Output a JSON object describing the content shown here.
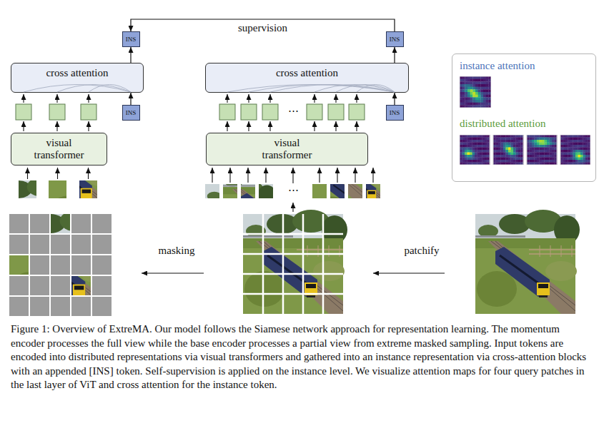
{
  "diagram": {
    "caption": "Figure 1: Overview of ExtreMA. Our model follows the Siamese network approach for representation learning. The momentum encoder processes the full view while the base encoder processes a partial view from extreme masked sampling. Input tokens are encoded into distributed representations via visual transformers and gathered into an instance representation via cross-attention blocks with an appended [INS] token. Self-supervision is applied on the instance level. We visualize attention maps for four query patches in the last layer of ViT and cross attention for the instance token.",
    "nodes": [
      {
        "text": [
          "cross attention"
        ]
      },
      {
        "text": [
          "visual transformer"
        ]
      },
      {
        "text": [
          "INS"
        ]
      },
      {
        "text": [
          "INS"
        ]
      },
      {
        "text": [
          "cross attention"
        ]
      },
      {
        "text": [
          "visual transformer"
        ]
      },
      {
        "text": [
          "INS"
        ]
      },
      {
        "text": [
          "INS"
        ]
      },
      {
        "text": [
          "instance attention",
          "distributed attention"
        ]
      }
    ],
    "edges": [
      {
        "from": 2,
        "to": 0,
        "arrow": "to"
      },
      {
        "from": 0,
        "to": 3,
        "arrow": "to"
      },
      {
        "from": 6,
        "to": 4,
        "arrow": "to"
      },
      {
        "from": 4,
        "to": 7,
        "arrow": "to"
      },
      {
        "from": 7,
        "to": 3,
        "arrow": "to",
        "label": "supervision"
      }
    ],
    "labels": [
      "⋯",
      "⋯",
      "masking",
      "patchify"
    ]
  }
}
